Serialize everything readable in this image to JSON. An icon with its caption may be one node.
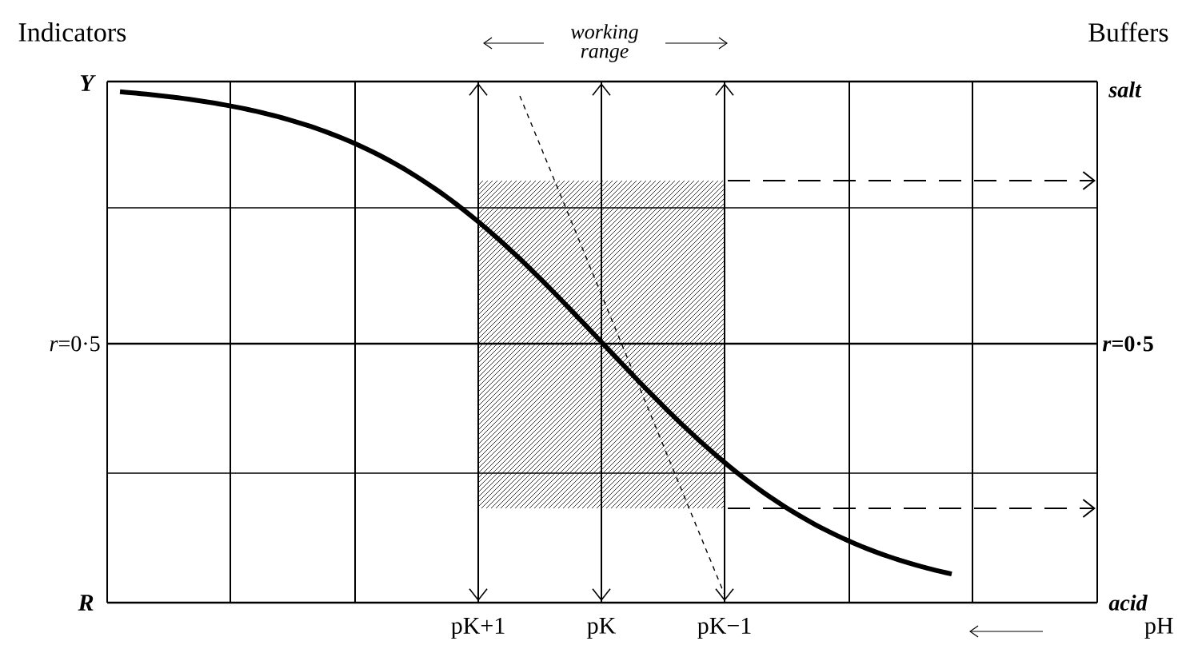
{
  "diagram": {
    "labels": [
      "Indicators",
      "working range",
      "Buffers",
      "Y",
      "salt",
      "*r*=0·5",
      "*r*=0·5",
      "R",
      "acid",
      "pK+1",
      "pK",
      "pK−1",
      "pH"
    ]
  }
}
